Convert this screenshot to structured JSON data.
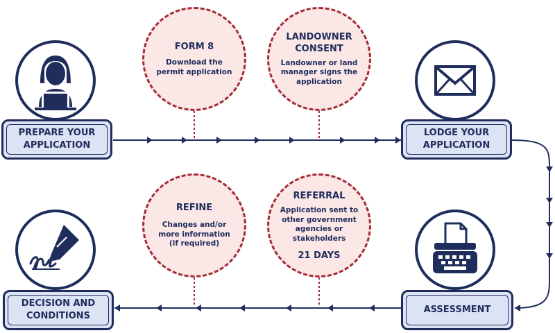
{
  "stages": {
    "prepare": {
      "label": "PREPARE YOUR\nAPPLICATION",
      "icon": "person-laptop-icon"
    },
    "lodge": {
      "label": "LODGE YOUR\nAPPLICATION",
      "icon": "envelope-icon"
    },
    "assessment": {
      "label": "ASSESSMENT",
      "icon": "typewriter-icon"
    },
    "decision": {
      "label": "DECISION AND\nCONDITIONS",
      "icon": "pen-signature-icon"
    }
  },
  "steps": {
    "form8": {
      "title": "FORM 8",
      "body": "Download the\npermit application"
    },
    "consent": {
      "title": "LANDOWNER\nCONSENT",
      "body": "Landowner or land\nmanager signs the\napplication"
    },
    "referral": {
      "title": "REFERRAL",
      "body": "Application sent to\nother government\nagencies or\nstakeholders",
      "extra": "21 DAYS"
    },
    "refine": {
      "title": "REFINE",
      "body": "Changes and/or\nmore information\n(if required)"
    }
  },
  "colors": {
    "navy": "#1f2d5c",
    "box_fill": "#dce3f4",
    "circle_fill": "#fbe7e6",
    "circle_border": "#a32a35"
  }
}
